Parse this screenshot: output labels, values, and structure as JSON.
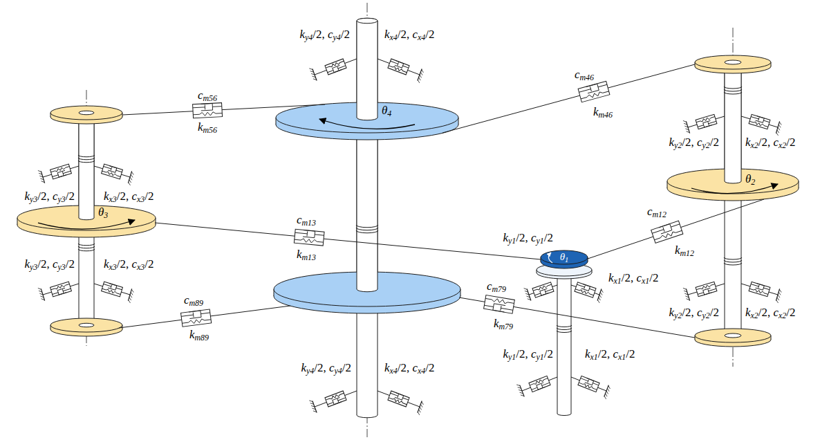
{
  "diagram": {
    "labels": [
      "ky4/2, cy4/2",
      "kx4/2, cx4/2",
      "cm56",
      "km56",
      "cm46",
      "km46",
      "θ4",
      "ky2/2, cy2/2",
      "kx2/2, cx2/2",
      "θ2",
      "ky3/2, cy3/2",
      "kx3/2, cx3/2",
      "θ3",
      "cm13",
      "km13",
      "cm12",
      "km12",
      "ky1/2, cy1/2",
      "θ1",
      "kx1/2, cx1/2",
      "ky3/2, cy3/2",
      "kx3/2, cx3/2",
      "cm79",
      "km79",
      "cm89",
      "km89",
      "ky2/2, cy2/2",
      "kx2/2, cx2/2",
      "ky4/2, cy4/2",
      "kx4/2, cx4/2",
      "ky1/2, cy1/2",
      "kx1/2, cx1/2"
    ]
  }
}
